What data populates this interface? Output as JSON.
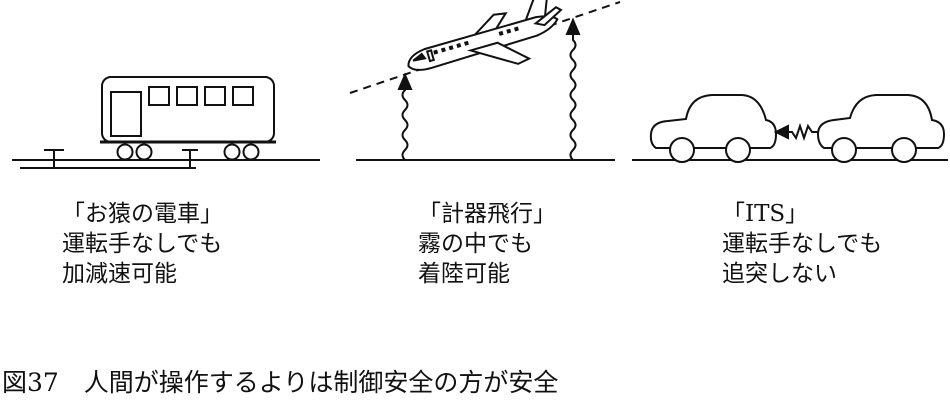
{
  "panels": [
    {
      "key": "train",
      "title": "「お猿の電車」",
      "lines": [
        "運転手なしでも",
        "加減速可能"
      ]
    },
    {
      "key": "plane",
      "title": "「計器飛行」",
      "lines": [
        "霧の中でも",
        "着陸可能"
      ]
    },
    {
      "key": "its",
      "title": "「ITS」",
      "lines": [
        "運転手なしでも",
        "追突しない"
      ]
    }
  ],
  "figure_caption": "図37　人間が操作するよりは制御安全の方が安全",
  "colors": {
    "ink": "#111111",
    "background": "#ffffff"
  }
}
